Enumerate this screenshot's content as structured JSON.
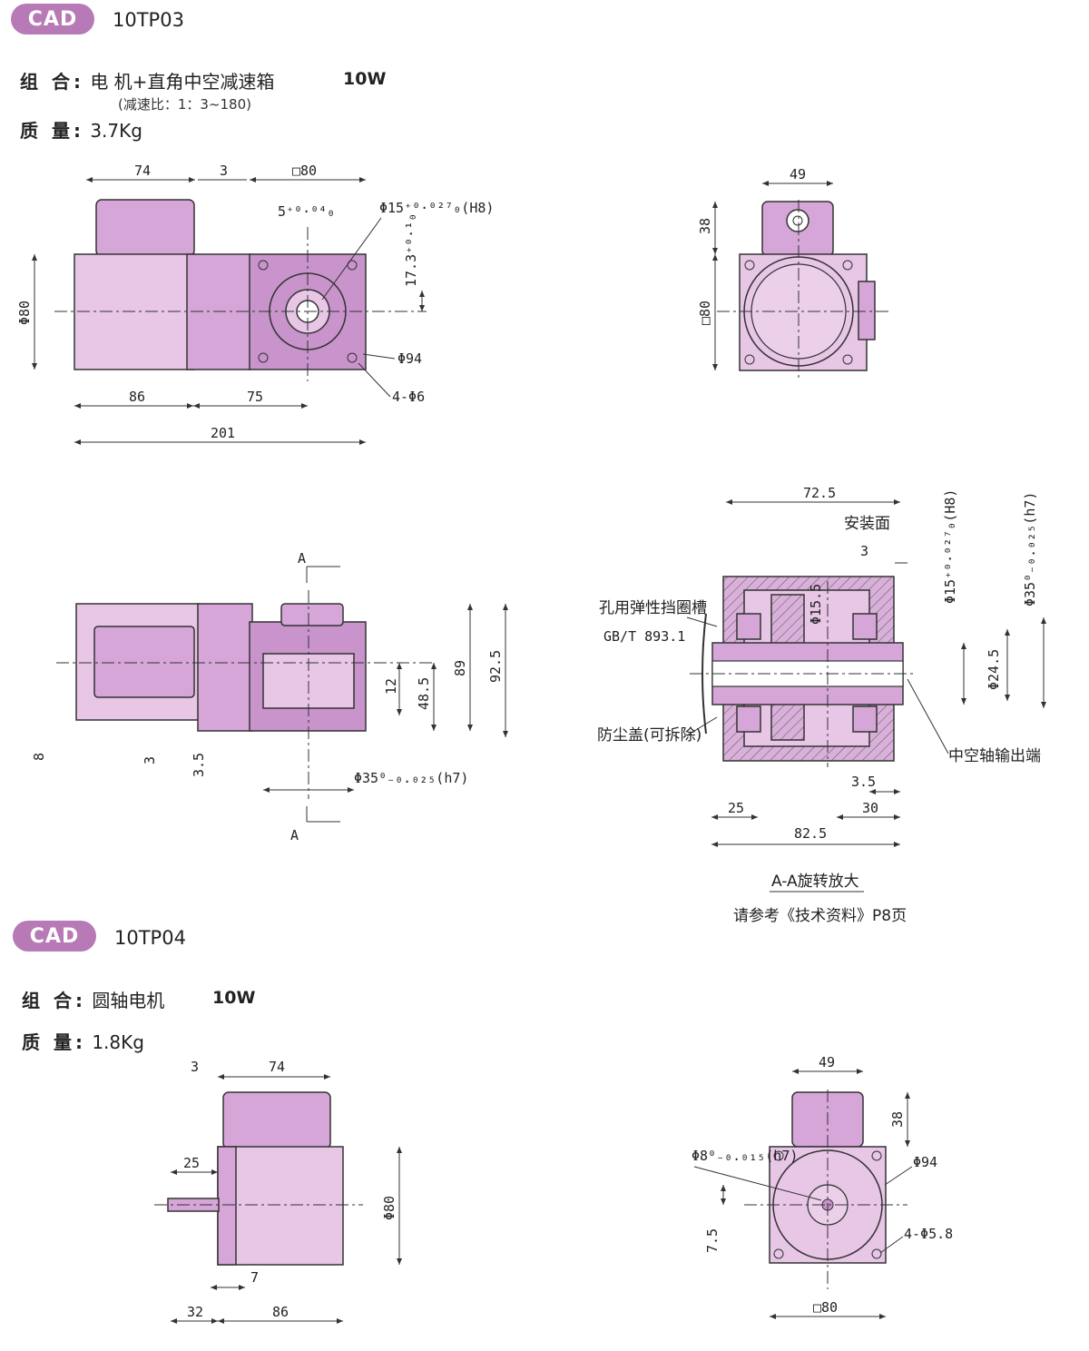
{
  "tp03": {
    "badge": "CAD",
    "model": "10TP03",
    "combo_label": "组 合:",
    "combo_value": "电 机+直角中空减速箱",
    "power": "10W",
    "ratio": "(减速比：1：3~180)",
    "mass_label": "质 量:",
    "mass_value": "3.7Kg",
    "dims": {
      "d74": "74",
      "d3": "3",
      "box80": "□80",
      "keyw": "5⁺⁰·⁰⁴₀",
      "hole15": "Φ15⁺⁰·⁰²⁷₀(H8)",
      "h17": "17.3⁺⁰·¹₀",
      "phi80": "Φ80",
      "phi94": "Φ94",
      "holes": "4-Φ6",
      "d86": "86",
      "d75": "75",
      "d201": "201",
      "d49": "49",
      "d38": "38",
      "sq80": "□80",
      "secA": "A",
      "d89": "89",
      "d925": "92.5",
      "d12": "12",
      "d485": "48.5",
      "d8": "8",
      "d3b": "3",
      "d35": "3.5",
      "phi35": "Φ35⁰₋₀.₀₂₅(h7)"
    },
    "section": {
      "d725": "72.5",
      "mount": "安装面",
      "d3": "3",
      "phi15h8": "Φ15⁺⁰·⁰²⁷₀(H8)",
      "phi35h7": "Φ35⁰₋₀.₀₂₅(h7)",
      "phi155": "Φ15.5",
      "phi245": "Φ24.5",
      "ring": "孔用弹性挡圈槽",
      "gb": "GB/T 893.1",
      "cover": "防尘盖(可拆除)",
      "hollow": "中空轴输出端",
      "d35": "3.5",
      "d30": "30",
      "d25": "25",
      "d825": "82.5",
      "title": "A-A旋转放大",
      "note": "请参考《技术资料》P8页"
    }
  },
  "tp04": {
    "badge": "CAD",
    "model": "10TP04",
    "combo_label": "组 合:",
    "combo_value": "圆轴电机",
    "power": "10W",
    "mass_label": "质 量:",
    "mass_value": "1.8Kg",
    "dims": {
      "d3": "3",
      "d74": "74",
      "d25": "25",
      "phi80": "Φ80",
      "d7": "7",
      "d32": "32",
      "d86": "86",
      "d49": "49",
      "d38": "38",
      "phi8": "Φ8⁰₋₀.₀₁₅(h7)",
      "phi94": "Φ94",
      "holes": "4-Φ5.8",
      "d75": "7.5",
      "sq80": "□80"
    }
  },
  "colors": {
    "badge": "#b77ab6",
    "body": "#e7c6e6",
    "accent": "#d6a6d8"
  }
}
